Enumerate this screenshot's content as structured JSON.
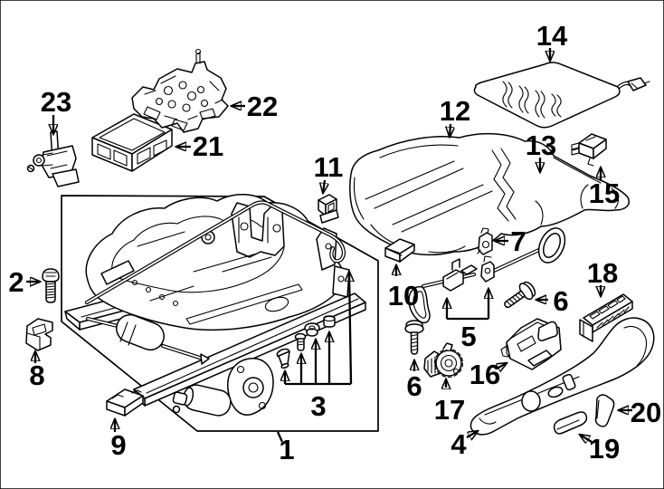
{
  "diagram_type": "exploded-parts-diagram",
  "colors": {
    "background": "#ffffff",
    "line_art": "#000000",
    "label_text": "#000000"
  },
  "callouts": [
    {
      "label": "1"
    },
    {
      "label": "2"
    },
    {
      "label": "3"
    },
    {
      "label": "4"
    },
    {
      "label": "5"
    },
    {
      "label": "6"
    },
    {
      "label": "6"
    },
    {
      "label": "7"
    },
    {
      "label": "8"
    },
    {
      "label": "9"
    },
    {
      "label": "10"
    },
    {
      "label": "11"
    },
    {
      "label": "12"
    },
    {
      "label": "13"
    },
    {
      "label": "14"
    },
    {
      "label": "15"
    },
    {
      "label": "16"
    },
    {
      "label": "17"
    },
    {
      "label": "18"
    },
    {
      "label": "19"
    },
    {
      "label": "20"
    },
    {
      "label": "21"
    },
    {
      "label": "22"
    },
    {
      "label": "23"
    }
  ]
}
